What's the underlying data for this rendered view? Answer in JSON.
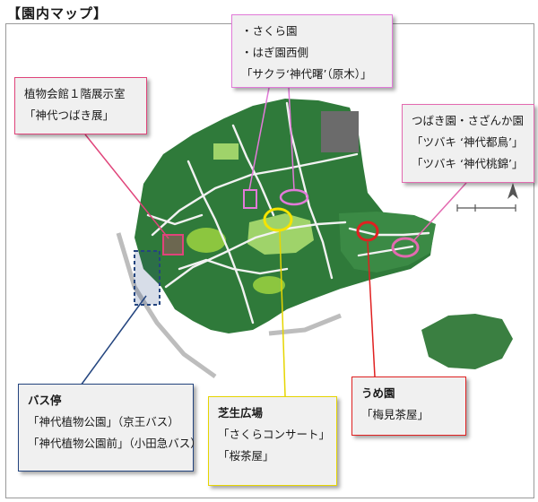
{
  "title": "【園内マップ】",
  "callouts": {
    "sakura": {
      "lines": [
        "・さくら園",
        "・はぎ園西側",
        "「サクラ‘神代曙’（原木）」"
      ],
      "color": "#e27ad9"
    },
    "shokubutsu": {
      "lines": [
        "植物会館１階展示室",
        "「神代つばき展」"
      ],
      "color": "#e0447a"
    },
    "tsubaki": {
      "lines": [
        "つばき園・さざんか園",
        "「ツバキ ‘神代都鳥’」",
        "「ツバキ ‘神代桃錦’」"
      ],
      "color": "#e36ab0"
    },
    "bus": {
      "lines": [
        "バス停",
        "「神代植物公園」（京王バス）",
        "「神代植物公園前」（小田急バス）"
      ],
      "color": "#24457f"
    },
    "shibafu": {
      "lines": [
        "芝生広場",
        "「さくらコンサート」",
        "「桜茶屋」"
      ],
      "color": "#e6d500"
    },
    "ume": {
      "lines": [
        "うめ園",
        "「梅見茶屋」"
      ],
      "color": "#e02020"
    }
  },
  "palette": {
    "park_green": "#2f7a3a",
    "path": "#f2f2f2",
    "lawn": "#8cc63f",
    "field": "#9fd36a",
    "building": "#6b6b6b"
  }
}
